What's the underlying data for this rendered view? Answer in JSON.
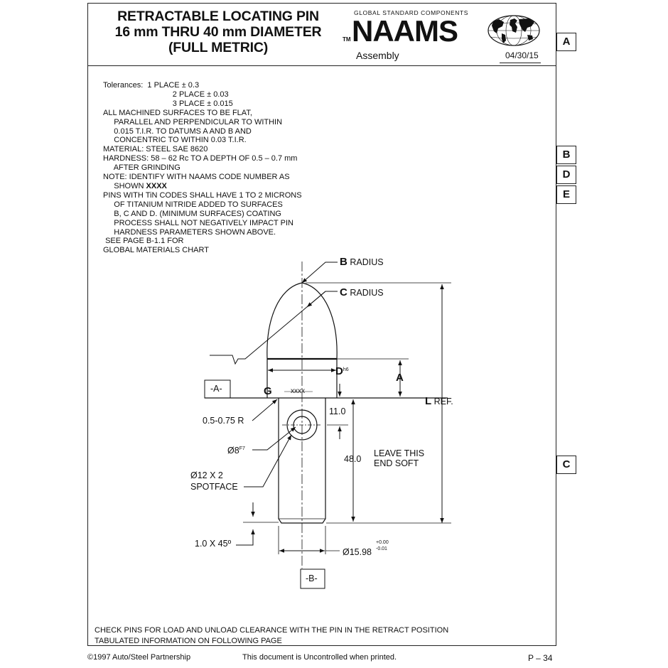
{
  "header": {
    "title_lines": [
      "RETRACTABLE LOCATING PIN",
      "16 mm THRU 40 mm DIAMETER",
      "(FULL METRIC)"
    ],
    "tm": "TM",
    "tagline": "GLOBAL STANDARD COMPONENTS",
    "brand": "NAAMS",
    "section": "Assembly",
    "date": "04/30/15"
  },
  "side_tabs": [
    "A",
    "B",
    "D",
    "E",
    "C"
  ],
  "notes": {
    "tolerances_label": "Tolerances:",
    "tol1": "1 PLACE ± 0.3",
    "tol2": "2 PLACE ± 0.03",
    "tol3": "3 PLACE ± 0.015",
    "flat1": "ALL MACHINED SURFACES TO BE FLAT,",
    "flat2": "PARALLEL AND PERPENDICULAR TO WITHIN",
    "flat3": "0.015 T.I.R. TO DATUMS A AND B AND",
    "flat4": "CONCENTRIC TO WITHIN 0.03 T.I.R.",
    "material": "MATERIAL: STEEL SAE 8620",
    "hardness1": "HARDNESS: 58 – 62 Rc TO A DEPTH OF 0.5 – 0.7 mm",
    "hardness2": "AFTER GRINDING",
    "identify1": "NOTE: IDENTIFY WITH NAAMS CODE NUMBER AS",
    "identify2": "SHOWN",
    "identify_code": "XXXX",
    "tin1": "PINS WITH TiN CODES SHALL HAVE 1 TO 2 MICRONS",
    "tin2": "OF TITANIUM NITRIDE ADDED TO SURFACES",
    "tin3": "B, C AND D. (MINIMUM SURFACES) COATING",
    "tin4": "PROCESS SHALL NOT NEGATIVELY IMPACT PIN",
    "tin5": "HARDNESS PARAMETERS SHOWN ABOVE.",
    "see1": "SEE PAGE B-1.1 FOR",
    "see2": "GLOBAL MATERIALS CHART"
  },
  "drawing": {
    "b_radius_letter": "B",
    "b_radius_text": "RADIUS",
    "c_radius_letter": "C",
    "c_radius_text": "RADIUS",
    "d_letter": "D",
    "d_tol": "h6",
    "a_letter": "A",
    "l_letter": "L",
    "l_text": "REF.",
    "datum_a": "-A-",
    "g_letter": "G",
    "code": "xxxx",
    "dim_11": "11.0",
    "dim_48": "48.0",
    "leave_soft1": "LEAVE THIS",
    "leave_soft2": "END SOFT",
    "radius_range": "0.5-0.75 R",
    "hole": "Ø8",
    "hole_tol": "F7",
    "spotface1": "Ø12 X 2",
    "spotface2": "SPOTFACE",
    "chamfer": "1.0 X 45º",
    "diameter": "Ø15.98",
    "dia_tol_plus": "+0.00",
    "dia_tol_minus": "-0.01",
    "datum_b": "-B-"
  },
  "footnotes": {
    "line1": "CHECK PINS FOR LOAD AND UNLOAD CLEARANCE WITH THE PIN IN THE RETRACT POSITION",
    "line2": "TABULATED INFORMATION ON FOLLOWING PAGE"
  },
  "footer": {
    "copyright": "©1997 Auto/Steel Partnership",
    "uncontrolled": "This document is Uncontrolled when printed.",
    "page": "P – 34"
  }
}
